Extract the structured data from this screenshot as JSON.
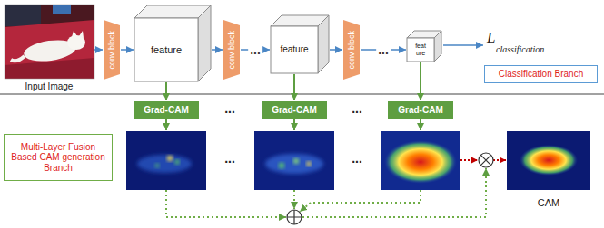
{
  "diagram": {
    "nodes": [
      {
        "text": [
          "conv block"
        ]
      },
      {
        "text": [
          "feature"
        ]
      },
      {
        "text": [
          "conv block"
        ]
      },
      {
        "text": [
          "feature"
        ]
      },
      {
        "text": [
          "conv block"
        ]
      },
      {
        "text": [
          "feat ure"
        ]
      },
      {
        "text": [
          "Classification Branch"
        ]
      },
      {
        "text": [
          "Grad-CAM"
        ]
      },
      {
        "text": [
          "Grad-CAM"
        ]
      },
      {
        "text": [
          "Grad-CAM"
        ]
      },
      {
        "text": [
          "Multi-Layer Fusion Based CAM generation Branch"
        ]
      }
    ],
    "edges": [
      {
        "from": 0,
        "to": 1,
        "arrow": "to"
      },
      {
        "from": 1,
        "to": 2,
        "arrow": "to"
      },
      {
        "from": 2,
        "to": 3,
        "label": "...",
        "arrow": "to"
      },
      {
        "from": 3,
        "to": 4,
        "arrow": "to"
      },
      {
        "from": 4,
        "to": 5,
        "label": "...",
        "arrow": "to"
      },
      {
        "from": 1,
        "to": 7,
        "arrow": "to"
      },
      {
        "from": 3,
        "to": 8,
        "arrow": "to"
      },
      {
        "from": 5,
        "to": 9,
        "arrow": "to"
      }
    ],
    "labels": [
      "Input Image",
      "L",
      "classification",
      "...",
      "...",
      "...",
      "...",
      "CAM"
    ]
  }
}
